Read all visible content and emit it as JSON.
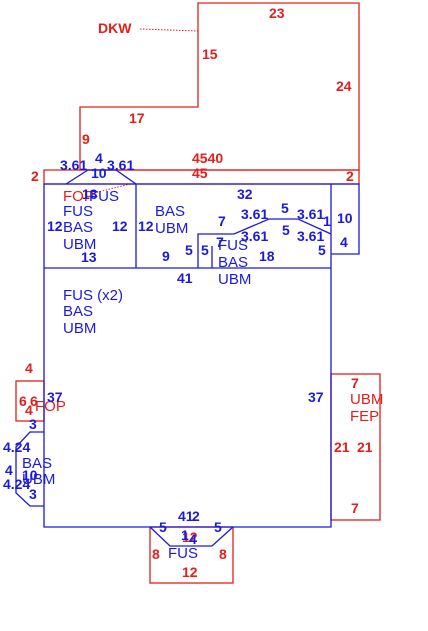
{
  "colors": {
    "red": "#e0201c",
    "blue": "#1a1adc",
    "background": "#ffffff"
  },
  "red_labels": {
    "dkw": "DKW",
    "top_23": "23",
    "left_15": "15",
    "right_24": "24",
    "ledge_17": "17",
    "left_9": "9",
    "n4540": "4540",
    "n45": "45",
    "left_2": "2",
    "right_2": "2",
    "fop_top": "FOP",
    "west_4": "4",
    "west_6a": "6",
    "west_6b": "6",
    "west_4b": "4",
    "fop_west": "FOP",
    "east_7_top": "7",
    "ubm_east": "UBM",
    "fep_east": "FEP",
    "east_21a": "21",
    "east_21b": "21",
    "east_7_bottom": "7",
    "south_12_top": "12",
    "south_8_left": "8",
    "south_8_right": "8",
    "south_12_bottom": "12"
  },
  "blue_labels": {
    "n3_61_a": "3.61",
    "n4_top": "4",
    "n10_top": "10",
    "n3_61_b": "3.61",
    "n13_top": "13",
    "fus_a1": "FUS",
    "fus_a2": "FUS",
    "bas_a": "BAS",
    "ubm_a": "UBM",
    "n12_a_left": "12",
    "n12_a_right": "12",
    "n13_bottom": "13",
    "bas_b": "BAS",
    "ubm_b": "UBM",
    "n12_b": "12",
    "n32": "32",
    "n7": "7",
    "n3_61_c": "3.61",
    "n5_c1": "5",
    "n3_61_d": "3.61",
    "n1": "1",
    "n10_c": "10",
    "n3_61_e": "3.61",
    "n5_c2": "5",
    "n3_61_f": "3.61",
    "n4_c": "4",
    "n5_c3": "5",
    "n9": "9",
    "n5_d1": "5",
    "n5_d2": "5",
    "n7_d": "7",
    "fus_c": "FUS",
    "bas_c": "BAS",
    "ubm_c": "UBM",
    "n18": "18",
    "n41": "41",
    "fus_main": "FUS (x2)",
    "bas_main": "BAS",
    "ubm_main": "UBM",
    "n37_left": "37",
    "n37_right": "37",
    "n3_w1": "3",
    "n4_24_a": "4.24",
    "n4_w": "4",
    "n4_24_b": "4.24",
    "bas_w": "BAS",
    "n10_w": "10",
    "ubm_w": "UBM",
    "n3_w2": "3",
    "n41_bottom": "41",
    "n2_bottom": "2",
    "n5_s1": "5",
    "n5_s2": "5",
    "n1_s": "1",
    "n4_s": "4",
    "fus_s": "FUS"
  }
}
